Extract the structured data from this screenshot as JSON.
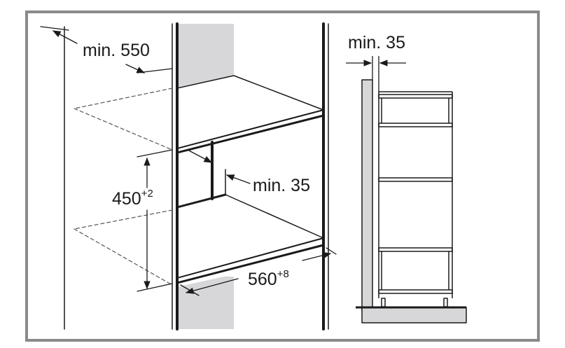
{
  "labels": {
    "min_depth": "min. 550",
    "min_gap_side": "min. 35",
    "min_gap_inner": "min. 35",
    "niche_height": "450",
    "niche_height_tol": "+2",
    "niche_width": "560",
    "niche_width_tol": "+8"
  },
  "colors": {
    "frame": "#8a8a8a",
    "wall": "#d7d7da",
    "line": "#1a1a1a",
    "dashed": "#555555"
  }
}
